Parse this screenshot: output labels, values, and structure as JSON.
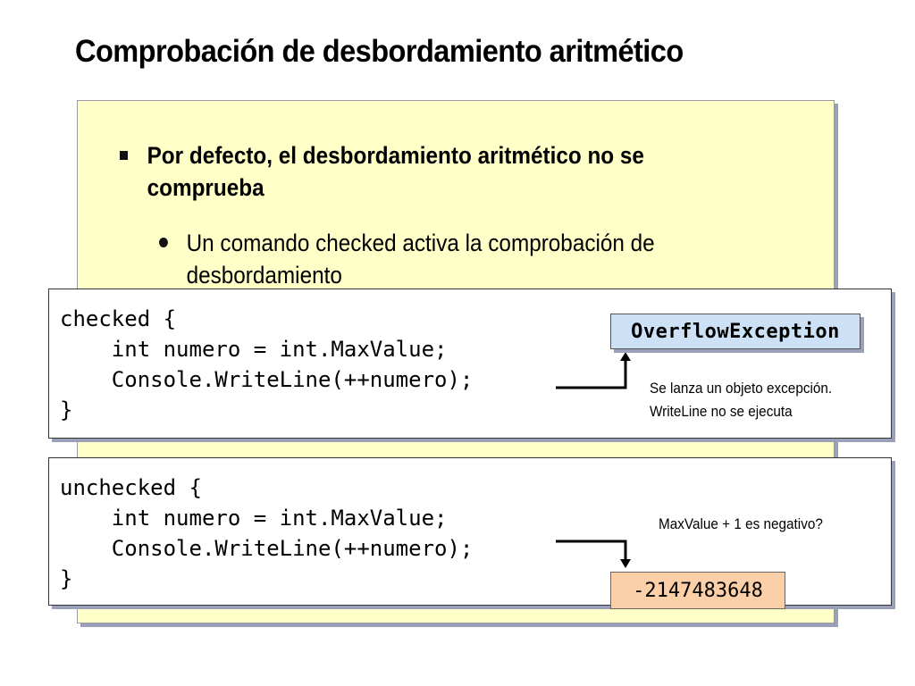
{
  "slide": {
    "title": "Comprobación de desbordamiento aritmético",
    "bullet1": "Por defecto, el desbordamiento aritmético no se comprueba",
    "bullet2": "Un comando checked activa la comprobación de desbordamiento"
  },
  "checked_block": {
    "code": "checked {\n    int numero = int.MaxValue;\n    Console.WriteLine(++numero);\n}",
    "result_label": "OverflowException",
    "note_line1": "Se lanza un objeto excepción.",
    "note_line2": "WriteLine no se ejecuta"
  },
  "unchecked_block": {
    "code": "unchecked {\n    int numero = int.MaxValue;\n    Console.WriteLine(++numero);\n}",
    "note": "MaxValue + 1 es negativo?",
    "result_label": "-2147483648"
  },
  "colors": {
    "panel": "#ffffc8",
    "exception_tag": "#cce0f6",
    "negative_tag": "#fbcfa8"
  }
}
